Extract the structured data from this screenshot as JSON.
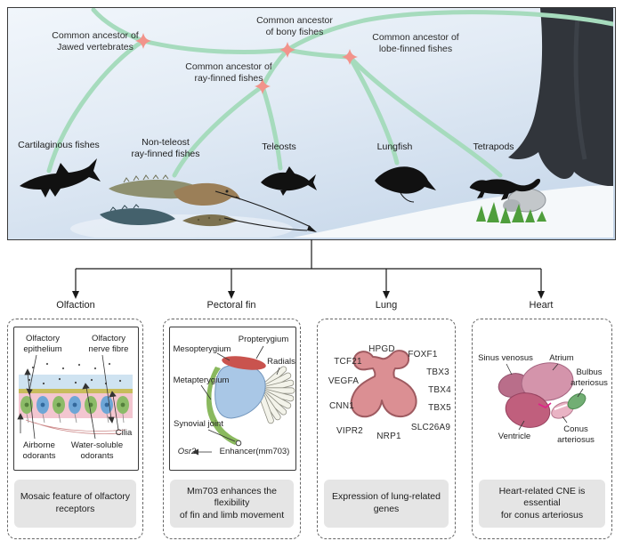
{
  "tree": {
    "ancestors": {
      "jawed": "Common ancestor of\nJawed vertebrates",
      "bony": "Common ancestor\nof bony fishes",
      "lobe": "Common ancestor of\nlobe-finned fishes",
      "ray": "Common ancestor of\nray-finned fishes"
    },
    "species": {
      "cartilaginous": "Cartilaginous fishes",
      "non_teleost": "Non-teleost\nray-finned fishes",
      "teleosts": "Teleosts",
      "lungfish": "Lungfish",
      "tetrapods": "Tetrapods"
    }
  },
  "panels": [
    {
      "title": "Olfaction",
      "labels": {
        "epithelium": "Olfactory\nepithelium",
        "nerve": "Olfactory\nnerve fibre",
        "airborne": "Airborne\nodorants",
        "water": "Water-soluble\nodorants",
        "cilia": "Cilia"
      },
      "summary": "Mosaic feature of olfactory\nreceptors"
    },
    {
      "title": "Pectoral fin",
      "labels": {
        "mesopterygium": "Mesopterygium",
        "propterygium": "Propterygium",
        "metapterygium": "Metapterygium",
        "radials": "Radials",
        "synovial": "Synovial joint",
        "osr2": "Osr2",
        "enhancer": "Enhancer(mm703)"
      },
      "summary": "Mm703 enhances the flexibility\nof fin and limb movement"
    },
    {
      "title": "Lung",
      "genes": [
        "HPGD",
        "FOXF1",
        "TCF21",
        "TBX3",
        "VEGFA",
        "TBX4",
        "CNN1",
        "TBX5",
        "VIPR2",
        "NRP1",
        "SLC26A9"
      ],
      "summary": "Expression of lung-related\ngenes"
    },
    {
      "title": "Heart",
      "labels": {
        "sinus": "Sinus venosus",
        "atrium": "Atrium",
        "bulbus": "Bulbus\narteriosus",
        "ventricle": "Ventricle",
        "conus": "Conus\narteriosus"
      },
      "summary": "Heart-related CNE is essential\nfor conus arteriosus"
    }
  ],
  "colors": {
    "branch_green": "#a6dbbd",
    "ancestor_star": "#f2938b",
    "lung_pink": "#db8f93",
    "fin_blue": "#a9c7e6",
    "fin_red": "#c9534e",
    "fin_green": "#8ab95e",
    "bulbus_green": "#72ae74",
    "summary_gray": "#e5e5e5"
  }
}
